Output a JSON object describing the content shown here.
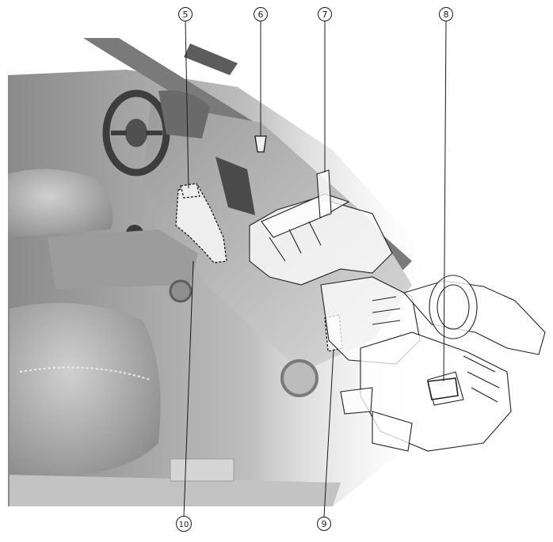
{
  "callouts": [
    {
      "id": "callout-5",
      "label": "5"
    },
    {
      "id": "callout-6",
      "label": "6"
    },
    {
      "id": "callout-7",
      "label": "7"
    },
    {
      "id": "callout-8",
      "label": "8"
    },
    {
      "id": "callout-9",
      "label": "9"
    },
    {
      "id": "callout-10",
      "label": "10"
    }
  ],
  "colors": {
    "interior_dark": "#6e6e6e",
    "interior_mid": "#a9a9a9",
    "interior_light": "#d9d9d9",
    "line_art": "#222222",
    "background": "#ffffff"
  }
}
